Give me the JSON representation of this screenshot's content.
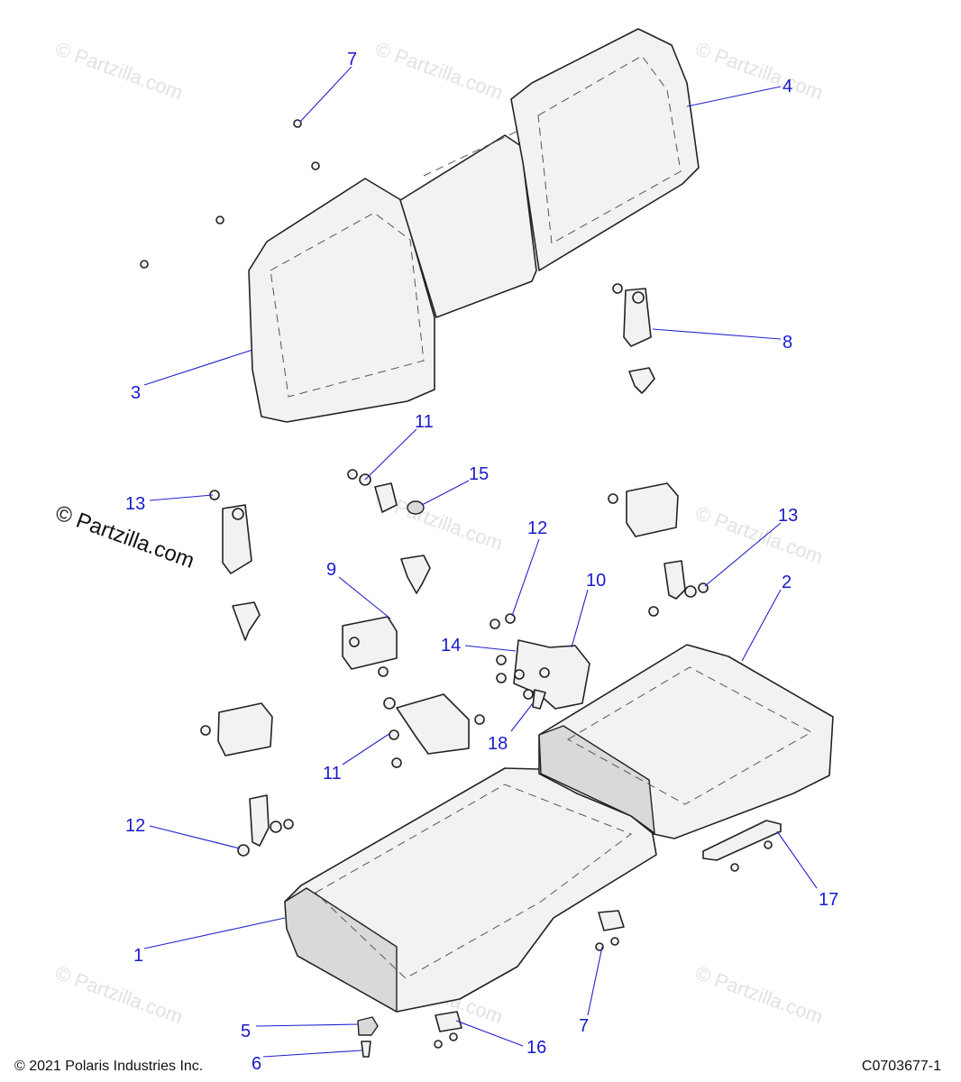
{
  "watermark_text": "© Partzilla.com",
  "callouts": {
    "c1": "1",
    "c2": "2",
    "c3": "3",
    "c4": "4",
    "c5": "5",
    "c6": "6",
    "c7a": "7",
    "c7b": "7",
    "c8": "8",
    "c9": "9",
    "c10": "10",
    "c11a": "11",
    "c11b": "11",
    "c12a": "12",
    "c12b": "12",
    "c13a": "13",
    "c13b": "13",
    "c14": "14",
    "c15": "15",
    "c16": "16",
    "c17": "17",
    "c18": "18"
  },
  "footer": {
    "copyright": "© 2021 Polaris Industries Inc.",
    "figure_id": "C0703677-1"
  },
  "colors": {
    "callout": "#1a1acc",
    "line": "#222222",
    "watermark": "#e2e2e2"
  }
}
